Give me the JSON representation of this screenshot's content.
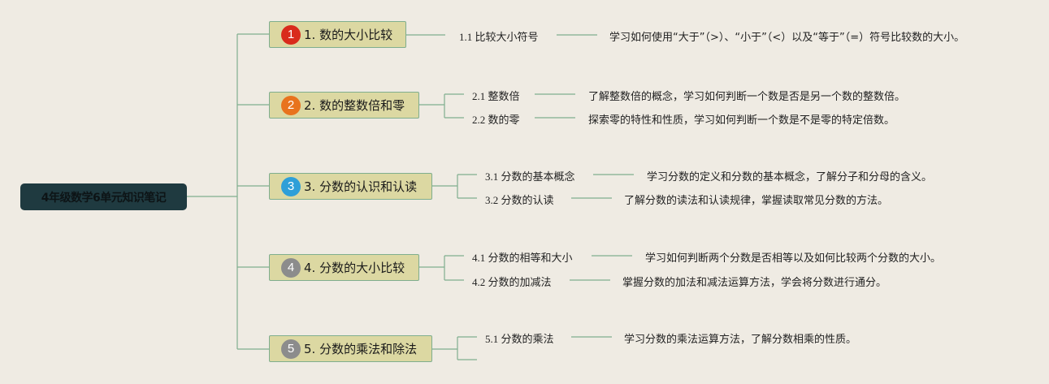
{
  "root": {
    "title": "4年级数学6单元知识笔记"
  },
  "colors": {
    "background": "#efebe3",
    "root_fill": "#1f3a40",
    "branch_fill": "#dcd8a2",
    "branch_border": "#7fae8e",
    "connector": "#7fae8e"
  },
  "branches": [
    {
      "badge": "1",
      "badge_color": "#d92b1c",
      "label": "1. 数的大小比较",
      "subs": [
        {
          "label": "1.1 比较大小符号",
          "desc": "学习如何使用“大于”（>）、“小于”（<）以及“等于”（=）符号比较数的大小。"
        }
      ]
    },
    {
      "badge": "2",
      "badge_color": "#e8731e",
      "label": "2. 数的整数倍和零",
      "subs": [
        {
          "label": "2.1 整数倍",
          "desc": "了解整数倍的概念，学习如何判断一个数是否是另一个数的整数倍。"
        },
        {
          "label": "2.2 数的零",
          "desc": "探索零的特性和性质，学习如何判断一个数是不是零的特定倍数。"
        }
      ]
    },
    {
      "badge": "3",
      "badge_color": "#2e9fd8",
      "label": "3. 分数的认识和认读",
      "subs": [
        {
          "label": "3.1 分数的基本概念",
          "desc": "学习分数的定义和分数的基本概念，了解分子和分母的含义。"
        },
        {
          "label": "3.2 分数的认读",
          "desc": "了解分数的读法和认读规律，掌握读取常见分数的方法。"
        }
      ]
    },
    {
      "badge": "4",
      "badge_color": "#8c8c8c",
      "label": "4. 分数的大小比较",
      "subs": [
        {
          "label": "4.1 分数的相等和大小",
          "desc": "学习如何判断两个分数是否相等以及如何比较两个分数的大小。"
        },
        {
          "label": "4.2 分数的加减法",
          "desc": "掌握分数的加法和减法运算方法，学会将分数进行通分。"
        }
      ]
    },
    {
      "badge": "5",
      "badge_color": "#8c8c8c",
      "label": "5. 分数的乘法和除法",
      "subs": [
        {
          "label": "5.1 分数的乘法",
          "desc": "学习分数的乘法运算方法，了解分数相乘的性质。"
        },
        {
          "label": "",
          "desc": ""
        }
      ]
    }
  ]
}
